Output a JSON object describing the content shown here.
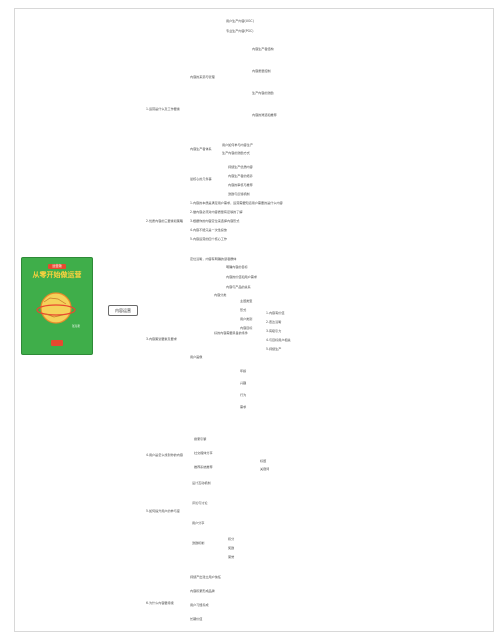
{
  "root_label": "内容运营",
  "book": {
    "badge": "运营版",
    "title": "从零开始做运营",
    "subtitle": "",
    "author": "张亮著"
  },
  "main": [
    {
      "label": "1.运营是什么及工作要素"
    },
    {
      "label": "2.优质内容的三要素和策略"
    },
    {
      "label": "3.内容策划要素及要求"
    },
    {
      "label": "4.用户是怎么找到你的内容"
    },
    {
      "label": "5.如何提升用户的参与度"
    },
    {
      "label": "6.为什么内容要持续"
    }
  ],
  "sections": {
    "s1": {
      "a": "内容的来源与管理",
      "a_items": [
        "用户生产内容(UGC)",
        "专业生产内容(PGC)"
      ],
      "a_sub": [
        "内容生产者结构",
        "内容质量控制",
        "生产内容的激励",
        "内容的筛选和推荐"
      ],
      "b": "内容生产者体系",
      "b_items": [
        "用户如何参与内容生产",
        "生产内容的激励方式"
      ],
      "c": "最核心的几件事",
      "c_items": [
        "持续生产优质内容",
        "内容生产者的培养",
        "内容的审核与推荐",
        "激励与反馈机制"
      ]
    },
    "s2_items": [
      "1.内容的本质是满足用户需求，运营需要知道用户需要的是什么内容",
      "2.做内容必须对内容质量有足够的了解",
      "3.根据你的内容定位来选择内容形式",
      "4.内容不能只是一次性投放",
      "5.内容运营的四个核心工作"
    ],
    "s3": {
      "intro": "定位清晰，内容有明确的读者群体",
      "items": [
        "明确内容的目标",
        "内容的价值和用户需求",
        "内容与产品的关系"
      ],
      "group_a": "内容分类",
      "group_a_items": [
        "主题类型",
        "形式",
        "用户类别",
        "内容目标"
      ],
      "group_b": "好的内容需要具备的条件",
      "group_b_items": [
        "1.内容有价值",
        "2.表达清晰",
        "3.有吸引力",
        "4.与目标用户相关",
        "5.持续生产"
      ],
      "group_c": "用户画像",
      "group_c_items": [
        "年龄",
        "兴趣",
        "行为",
        "需求"
      ]
    },
    "s4_items": [
      "搜索引擎",
      "社交媒体分享",
      "推荐系统推荐"
    ],
    "s4_sub": [
      "标题",
      "关键词"
    ],
    "s5_items": [
      "设计互动机制",
      "评论与讨论",
      "用户分享",
      "激励机制"
    ],
    "s5_sub": [
      "积分",
      "奖励",
      "荣誉"
    ],
    "s6_items": [
      "持续产出建立用户信任",
      "内容积累形成品牌",
      "用户习惯养成",
      "长期价值"
    ]
  }
}
